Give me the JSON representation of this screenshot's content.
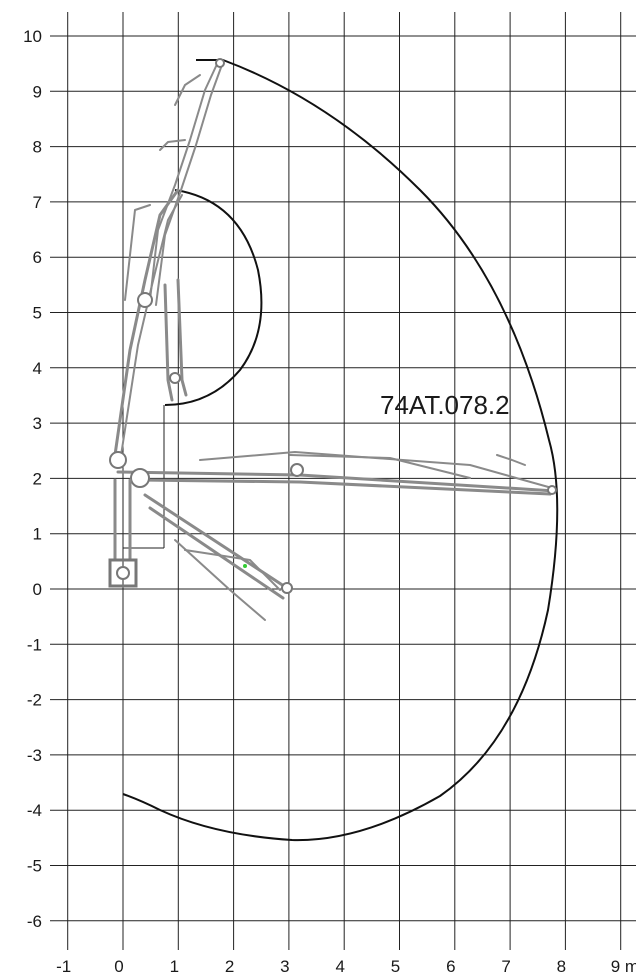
{
  "model_label": "74AT.078.2",
  "x_ticks": [
    "-1",
    "0",
    "1",
    "2",
    "3",
    "4",
    "5",
    "6",
    "7",
    "8",
    "9 m"
  ],
  "y_ticks": [
    "10",
    "9",
    "8",
    "7",
    "6",
    "5",
    "4",
    "3",
    "2",
    "1",
    "0",
    "-1",
    "-2",
    "-3",
    "-4",
    "-5",
    "-6"
  ],
  "x_range": [
    -1,
    9
  ],
  "y_range": [
    -6,
    10
  ],
  "units": "m",
  "grid": true,
  "colors": {
    "envelope": "#111111",
    "grid": "#222222",
    "crane": "#8a8a8a",
    "marker": "#33cc33"
  }
}
